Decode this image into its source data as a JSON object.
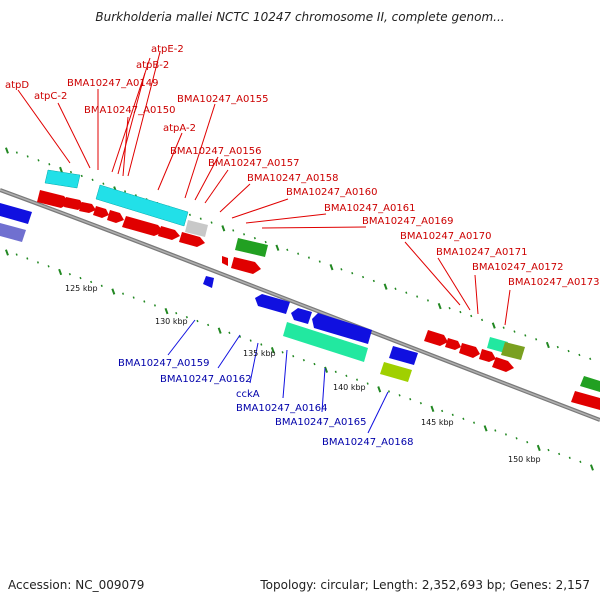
{
  "title": "Burkholderia mallei NCTC 10247 chromosome II, complete genom...",
  "footer": {
    "accession": "Accession: NC_009079",
    "stats": "Topology: circular; Length: 2,352,693 bp; Genes: 2,157"
  },
  "colors": {
    "forward_cds": "#e00000",
    "reverse_cds": "#1010e0",
    "forward_label": "#cc0000",
    "reverse_label": "#0000aa",
    "rrna_cyan": "#22e0e8",
    "teal": "#22e8a0",
    "green": "#22a022",
    "lime": "#a0d000",
    "olive": "#7aa020",
    "grey": "#c8c8c8",
    "backbone": "#808080"
  },
  "scale_labels": [
    "125 kbp",
    "130 kbp",
    "135 kbp",
    "140 kbp",
    "145 kbp",
    "150 kbp"
  ],
  "forward_labels": [
    "atpE-2",
    "atpB-2",
    "atpD",
    "BMA10247_A0149",
    "atpC-2",
    "BMA10247_A0150",
    "BMA10247_A0155",
    "atpA-2",
    "BMA10247_A0156",
    "BMA10247_A0157",
    "BMA10247_A0158",
    "BMA10247_A0160",
    "BMA10247_A0161",
    "BMA10247_A0169",
    "BMA10247_A0170",
    "BMA10247_A0171",
    "BMA10247_A0172",
    "BMA10247_A0173"
  ],
  "reverse_labels": [
    "BMA10247_A0159",
    "BMA10247_A0162",
    "cckA",
    "BMA10247_A0164",
    "BMA10247_A0165",
    "BMA10247_A0168"
  ]
}
